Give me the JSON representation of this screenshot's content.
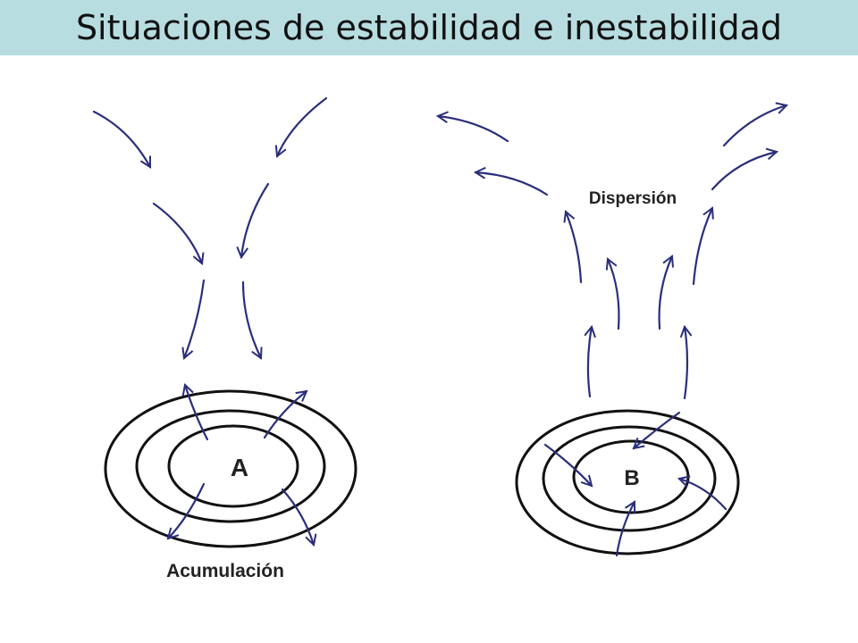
{
  "title": "Situaciones de estabilidad e inestabilidad",
  "left_system": {
    "center_letter": "A",
    "caption": "Acumulación"
  },
  "right_system": {
    "center_letter": "B",
    "caption": "Dispersión"
  },
  "colors": {
    "title_bar": "#b7dde0",
    "arrows": "#2a2f7a",
    "rings": "#111111"
  }
}
